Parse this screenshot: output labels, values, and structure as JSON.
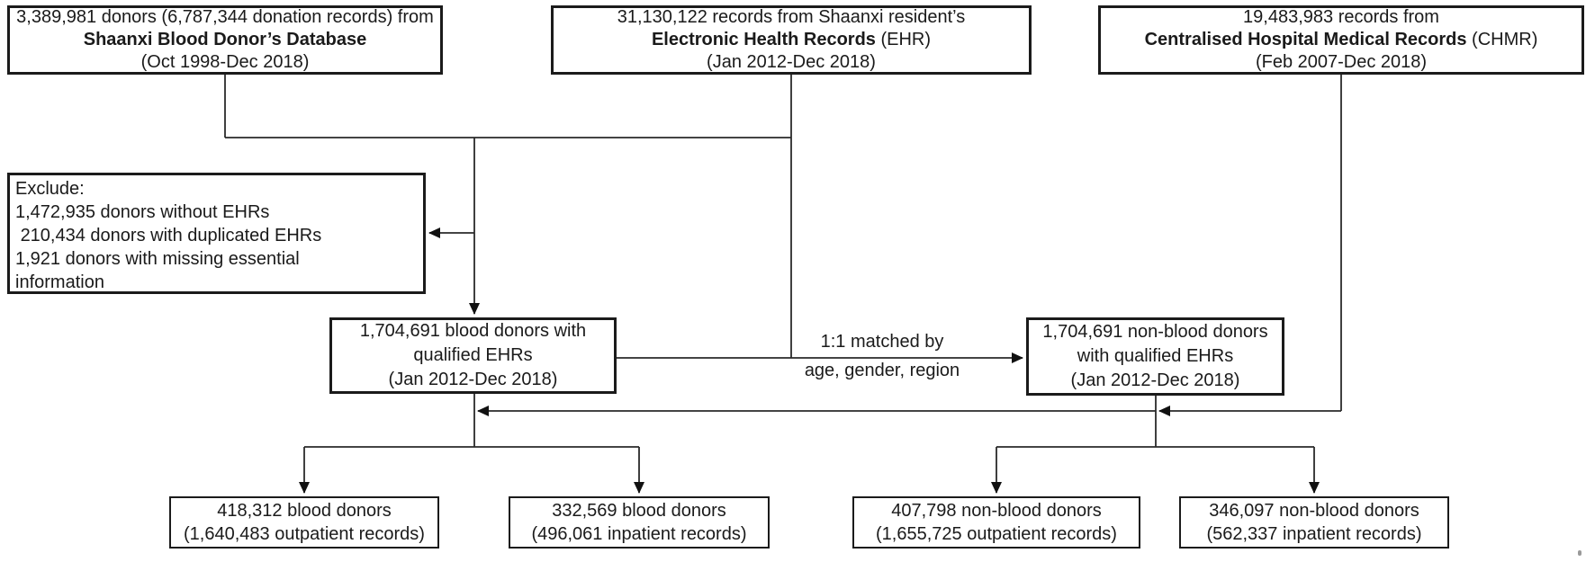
{
  "figure": {
    "type": "study-flowchart",
    "description_visible_text_only": true
  },
  "colors": {
    "background": "#ffffff",
    "box_border": "#1b1b1b",
    "text": "#1a1a1a",
    "connector": "#2a2a2a"
  },
  "sources": {
    "blood_db": {
      "line1": "3,389,981 donors (6,787,344 donation records) from",
      "line2_bold": "Shaanxi Blood Donor’s Database",
      "line3": "(Oct 1998-Dec 2018)"
    },
    "ehr": {
      "line1": "31,130,122 records from Shaanxi resident’s",
      "line2_bold": "Electronic Health Records",
      "line2_rest": " (EHR)",
      "line3": "(Jan 2012-Dec 2018)"
    },
    "chmr": {
      "line1": "19,483,983 records from",
      "line2_bold": "Centralised Hospital Medical Records",
      "line2_rest": " (CHMR)",
      "line3": "(Feb 2007-Dec 2018)"
    }
  },
  "exclude": {
    "lines": [
      "Exclude:",
      "1,472,935 donors without EHRs",
      " 210,434 donors with duplicated EHRs",
      "1,921 donors with missing essential",
      "information"
    ]
  },
  "cohorts": {
    "blood": {
      "line1": "1,704,691 blood donors with",
      "line2": "qualified EHRs",
      "line3": "(Jan 2012-Dec 2018)"
    },
    "nonblood": {
      "line1": "1,704,691 non-blood donors",
      "line2": "with qualified EHRs",
      "line3": "(Jan 2012-Dec 2018)"
    }
  },
  "match_label": {
    "line1": "1:1 matched by",
    "line2": "age, gender, region"
  },
  "outcomes": [
    {
      "line1": "418,312 blood donors",
      "line2": "(1,640,483 outpatient records)"
    },
    {
      "line1": "332,569 blood donors",
      "line2": "(496,061 inpatient records)"
    },
    {
      "line1": "407,798 non-blood donors",
      "line2": "(1,655,725 outpatient records)"
    },
    {
      "line1": "346,097 non-blood donors",
      "line2": "(562,337 inpatient records)"
    }
  ]
}
